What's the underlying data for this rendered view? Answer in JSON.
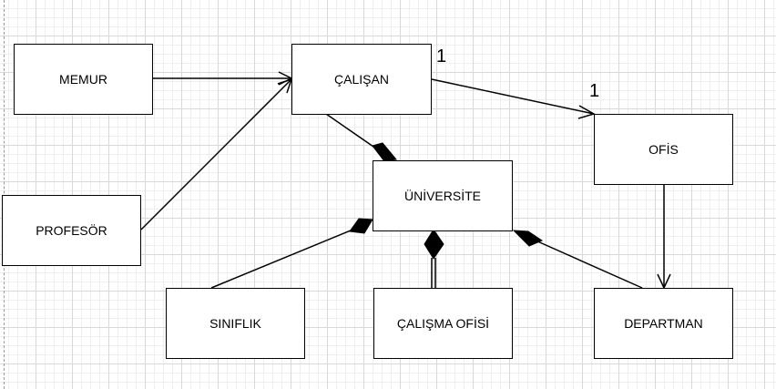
{
  "diagram": {
    "classes": {
      "memur": "MEMUR",
      "calisan": "ÇALIŞAN",
      "ofis": "OFİS",
      "profesor": "PROFESÖR",
      "universite": "ÜNİVERSİTE",
      "siniflik": "SINIFLIK",
      "calisma_ofisi": "ÇALIŞMA OFİSİ",
      "departman": "DEPARTMAN"
    },
    "multiplicities": {
      "calisan_ofis_source": "1",
      "calisan_ofis_target": "1"
    },
    "relations": [
      {
        "from": "MEMUR",
        "to": "ÇALIŞAN",
        "kind": "association"
      },
      {
        "from": "PROFESÖR",
        "to": "ÇALIŞAN",
        "kind": "association"
      },
      {
        "from": "ÇALIŞAN",
        "to": "OFİS",
        "kind": "association"
      },
      {
        "from": "OFİS",
        "to": "DEPARTMAN",
        "kind": "association"
      },
      {
        "from": "ÇALIŞAN",
        "to": "ÜNİVERSİTE",
        "kind": "composition"
      },
      {
        "from": "SINIFLIK",
        "to": "ÜNİVERSİTE",
        "kind": "composition"
      },
      {
        "from": "ÇALIŞMA OFİSİ",
        "to": "ÜNİVERSİTE",
        "kind": "composition"
      },
      {
        "from": "DEPARTMAN",
        "to": "ÜNİVERSİTE",
        "kind": "composition"
      }
    ]
  },
  "colors": {
    "stroke": "#000000",
    "grid": "#d9d9d9",
    "background": "#ffffff"
  }
}
